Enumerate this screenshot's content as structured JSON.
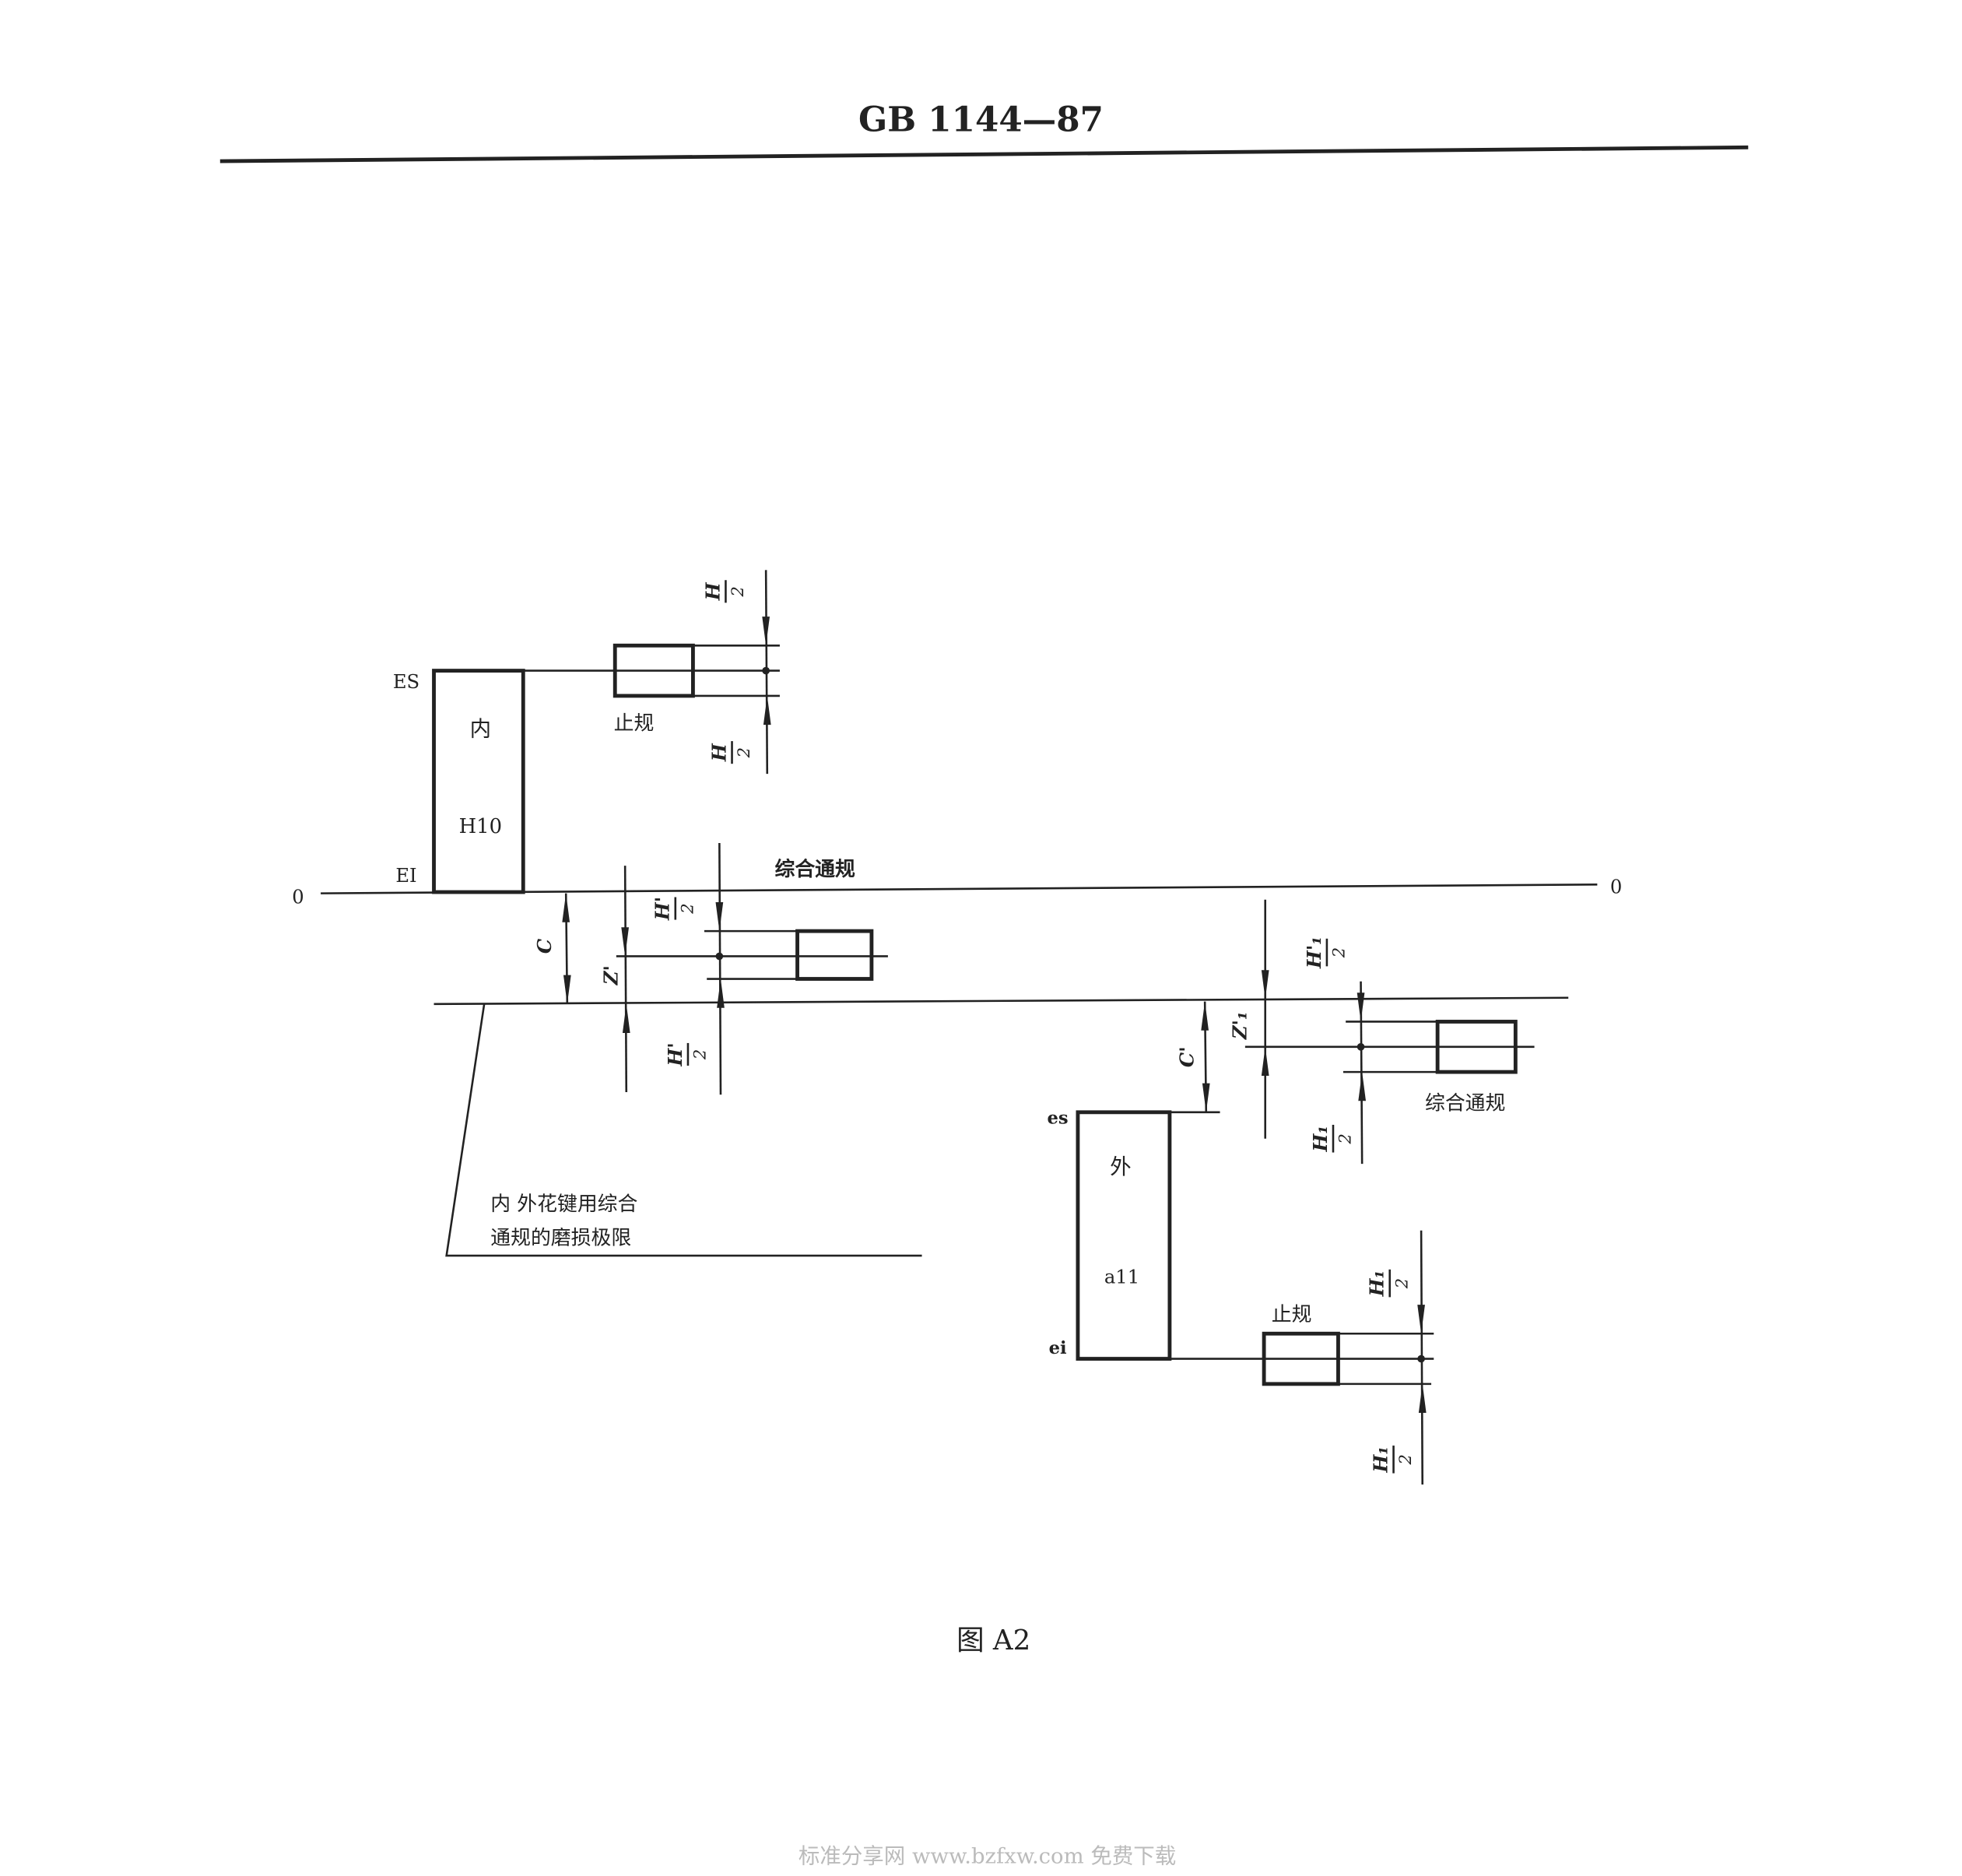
{
  "header": {
    "title": "GB 1144—87"
  },
  "zero_left": "0",
  "zero_right": "0",
  "inner": {
    "es": "ES",
    "ei": "EI",
    "name": "内",
    "tol": "H10"
  },
  "outer": {
    "es": "es",
    "ei": "ei",
    "name": "外",
    "tol": "a11"
  },
  "labels": {
    "nogo_inner": "止规",
    "go_inner": "综合通规",
    "go_outer": "综合通规",
    "nogo_outer": "止规",
    "wear1": "内 外花键用综合",
    "wear2": "通规的磨损极限"
  },
  "dims": {
    "c": "C",
    "z": "Z'",
    "c1": "C'",
    "z1": "Z'₁",
    "h_num": "H",
    "h_den": "2",
    "hp_num": "H'",
    "hp_den": "2",
    "h1p_num": "H'₁",
    "h1p_den": "2",
    "h1_num": "H₁",
    "h1_den": "2"
  },
  "caption": "图 A2",
  "watermark": "标准分享网 www.bzfxw.com 免费下载"
}
